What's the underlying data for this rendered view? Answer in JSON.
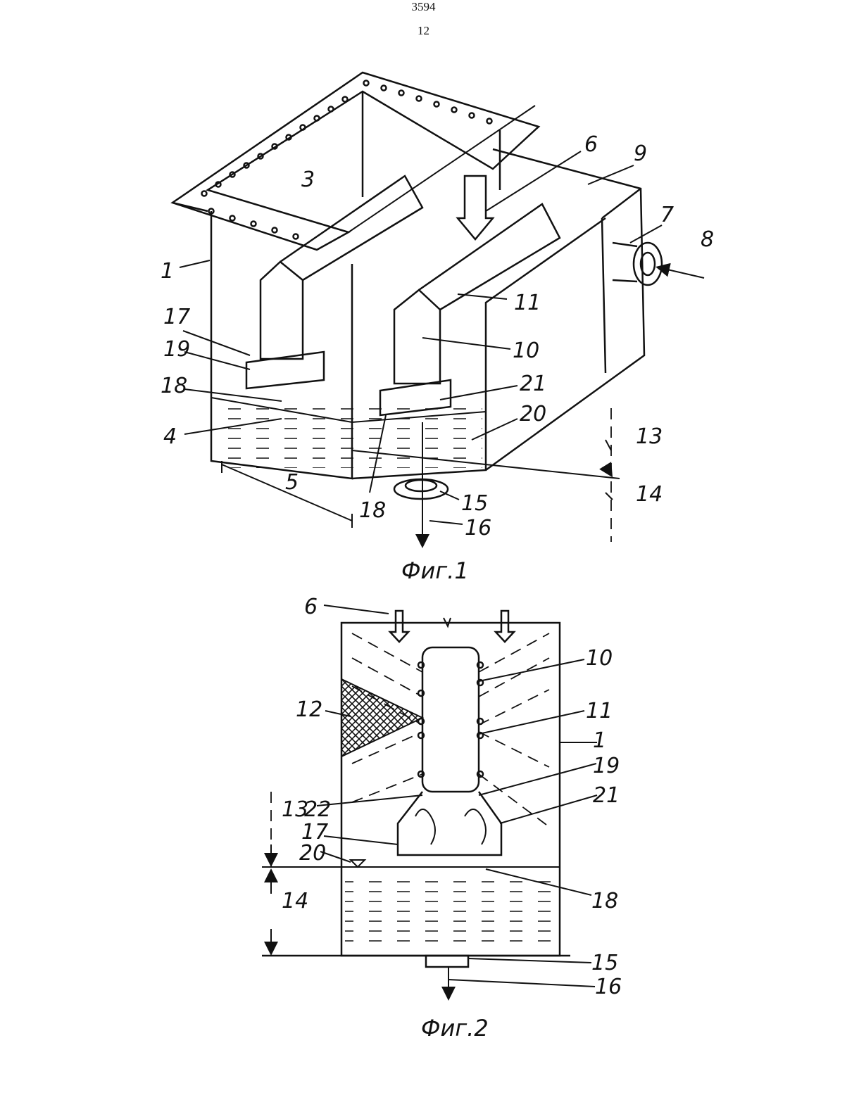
{
  "header": {
    "patent_number": "3594",
    "page_number": "12"
  },
  "figure1": {
    "caption": "Фиг.1",
    "labels": {
      "l1": "1",
      "l3": "3",
      "l4": "4",
      "l5": "5",
      "l6": "6",
      "l7": "7",
      "l8": "8",
      "l9": "9",
      "l10": "10",
      "l11": "11",
      "l13": "13",
      "l14": "14",
      "l15": "15",
      "l16": "16",
      "l17": "17",
      "l18a": "18",
      "l18b": "18",
      "l19": "19",
      "l20": "20",
      "l21": "21"
    }
  },
  "figure2": {
    "caption": "Фиг.2",
    "labels": {
      "l1": "1",
      "l6": "6",
      "l10": "10",
      "l11": "11",
      "l12": "12",
      "l13": "13",
      "l14": "14",
      "l15": "15",
      "l16": "16",
      "l17": "17",
      "l18": "18",
      "l19": "19",
      "l20": "20",
      "l21": "21",
      "l22": "22"
    }
  }
}
